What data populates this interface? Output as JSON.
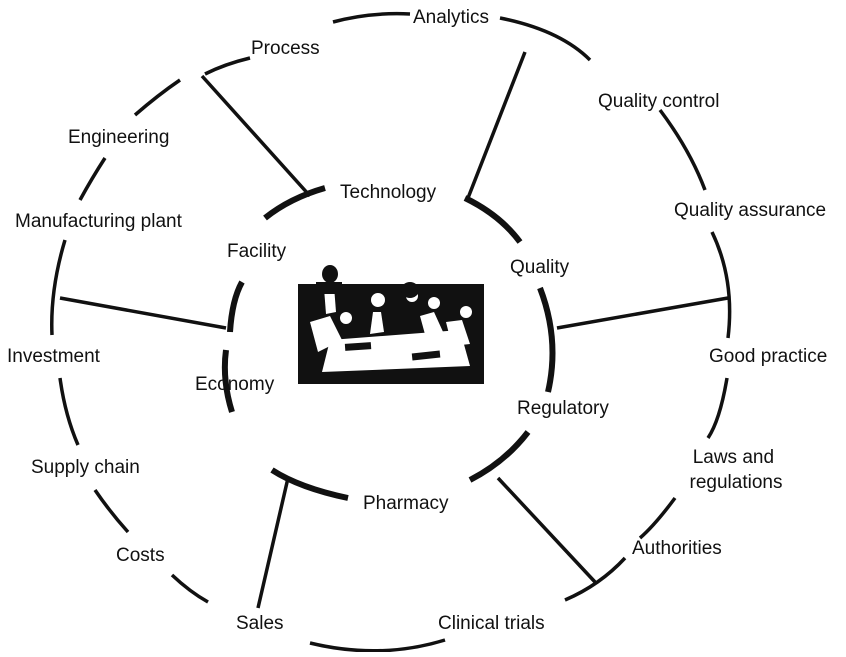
{
  "inner_labels": {
    "technology": "Technology",
    "facility": "Facility",
    "quality": "Quality",
    "economy": "Economy",
    "regulatory": "Regulatory",
    "pharmacy": "Pharmacy"
  },
  "outer_labels": {
    "analytics": "Analytics",
    "process": "Process",
    "quality_control": "Quality control",
    "engineering": "Engineering",
    "quality_assurance": "Quality assurance",
    "manufacturing_plant": "Manufacturing plant",
    "investment": "Investment",
    "good_practice": "Good practice",
    "supply_chain": "Supply chain",
    "laws_and_regulations": [
      "Laws and",
      "regulations"
    ],
    "authorities": "Authorities",
    "costs": "Costs",
    "sales": "Sales",
    "clinical_trials": "Clinical trials"
  },
  "colors": {
    "stroke": "#111111",
    "background": "#ffffff"
  },
  "center_image": "meeting-people-illustration"
}
